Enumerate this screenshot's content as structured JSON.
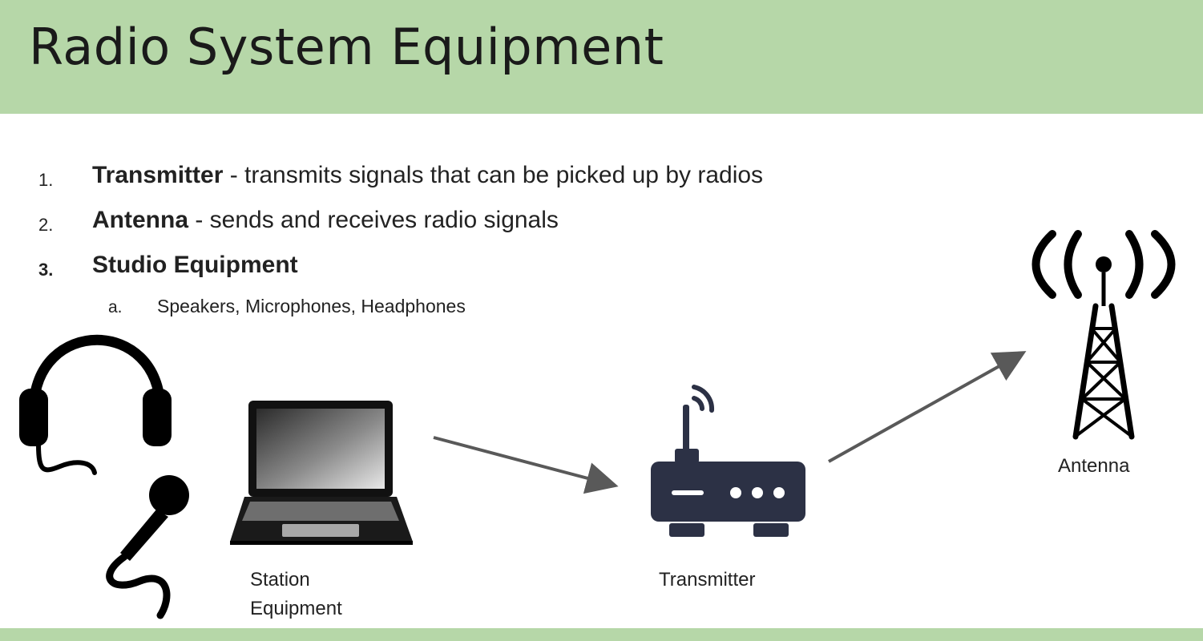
{
  "slide": {
    "title": "Radio System Equipment",
    "list": [
      {
        "number": "1.",
        "term": "Transmitter",
        "description": " - transmits signals that can be picked up by radios"
      },
      {
        "number": "2.",
        "term": "Antenna",
        "description": " - sends and receives radio signals"
      },
      {
        "number": "3.",
        "term": "Studio Equipment",
        "description": ""
      }
    ],
    "sub_list": [
      {
        "letter": "a.",
        "text": "Speakers, Microphones, Headphones"
      }
    ]
  },
  "diagram": {
    "station_label_line1": "Station",
    "station_label_line2": "Equipment",
    "transmitter_label": "Transmitter",
    "antenna_label": "Antenna"
  },
  "icons": [
    "headphones-icon",
    "microphone-icon",
    "laptop-icon",
    "transmitter-icon",
    "antenna-tower-icon",
    "arrow-icon"
  ],
  "colors": {
    "header_bg": "#b6d7a8",
    "text": "#1a1a1a",
    "arrow": "#595959",
    "device": "#2c3145"
  }
}
